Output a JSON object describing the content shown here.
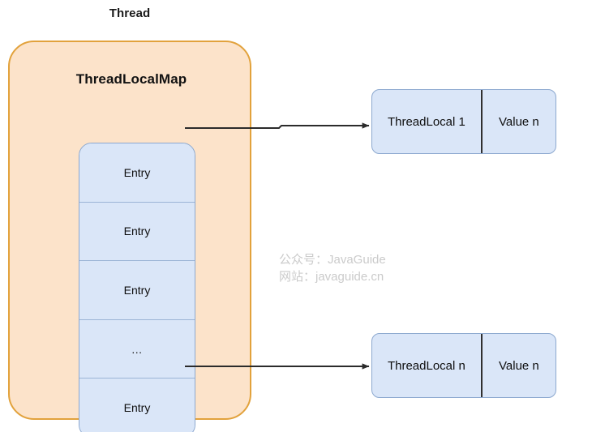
{
  "diagram": {
    "title": "Thread",
    "colors": {
      "thread_fill": "#FCE3CA",
      "thread_border": "#E2A23C",
      "entry_fill": "#DAE6F8",
      "entry_border": "#8CA8CF",
      "divider": "#303030",
      "arrow": "#2B2B2B",
      "watermark": "#CBCBCB",
      "background": "#FFFFFF"
    },
    "thread": {
      "map_title": "ThreadLocalMap",
      "entries": [
        {
          "label": "Entry",
          "kind": "entry"
        },
        {
          "label": "Entry",
          "kind": "entry"
        },
        {
          "label": "Entry",
          "kind": "entry"
        },
        {
          "label": "...",
          "kind": "ellipsis"
        },
        {
          "label": "Entry",
          "kind": "entry"
        }
      ]
    },
    "threadlocals": [
      {
        "key": "ThreadLocal 1",
        "value": "Value n"
      },
      {
        "key": "ThreadLocal n",
        "value": "Value n"
      }
    ],
    "arrows": [
      {
        "name": "entry-1-to-threadlocal-1"
      },
      {
        "name": "entry-5-to-threadlocal-n"
      }
    ],
    "watermark": {
      "line1": "公众号：JavaGuide",
      "line2": "网站：javaguide.cn"
    }
  }
}
